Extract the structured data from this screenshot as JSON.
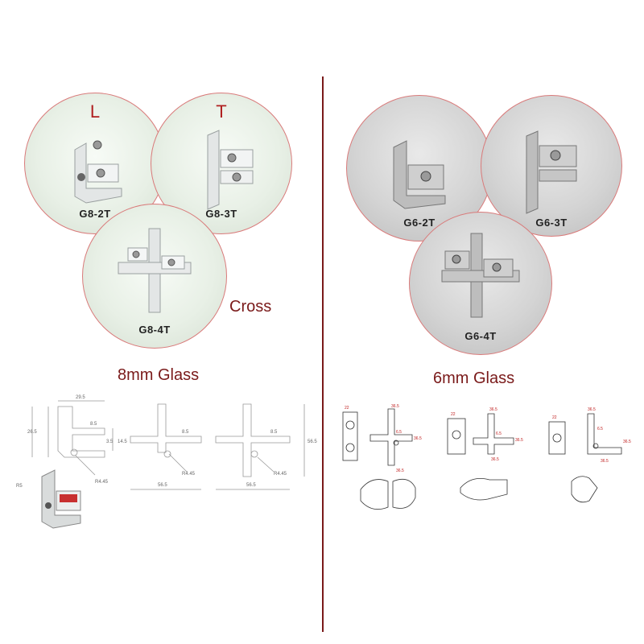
{
  "left_panel": {
    "glass_label": "8mm Glass",
    "cross_label": "Cross",
    "circles": [
      {
        "letter": "L",
        "code": "G8-2T",
        "icon": "l-connector-icon"
      },
      {
        "letter": "T",
        "code": "G8-3T",
        "icon": "t-connector-icon"
      },
      {
        "letter": "",
        "code": "G8-4T",
        "icon": "cross-connector-icon"
      }
    ],
    "dims": {
      "d1": "29.5",
      "d2": "26.5",
      "d3": "8.5",
      "d4": "3.5",
      "d5": "14.5",
      "d6": "R5",
      "d7": "R4.45",
      "d8": "56.5",
      "d9": "56.5",
      "d10": "56.5",
      "d11": "8.5",
      "d12": "R4.45",
      "d13": "8.5",
      "d14": "R4.45"
    }
  },
  "right_panel": {
    "glass_label": "6mm Glass",
    "circles": [
      {
        "letter": "",
        "code": "G6-2T",
        "icon": "l-connector-icon"
      },
      {
        "letter": "",
        "code": "G6-3T",
        "icon": "t-connector-icon"
      },
      {
        "letter": "",
        "code": "G6-4T",
        "icon": "cross-connector-icon"
      }
    ],
    "dims": {
      "a1": "22",
      "a2": "36.5",
      "a3": "6.5",
      "a4": "36.5",
      "a5": "36.5",
      "b1": "22",
      "b2": "36.5",
      "b3": "6.5",
      "b4": "36.5",
      "b5": "36.5",
      "c1": "22",
      "c2": "36.5",
      "c3": "6.5",
      "c4": "36.5",
      "c5": "36.5"
    }
  },
  "colors": {
    "accent": "#7a1a1a",
    "circle_border": "#d97a7a",
    "red_letter": "#b02020"
  }
}
